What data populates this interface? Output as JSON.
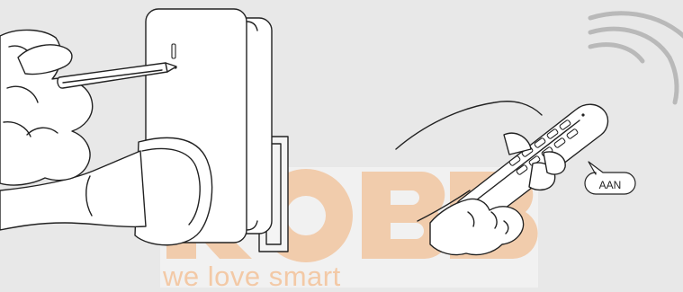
{
  "speech_bubble": {
    "text": "AAN"
  },
  "watermark": {
    "logo_letters": "ROBB",
    "tagline": "we love smart",
    "color": "#f3c9a6"
  },
  "colors": {
    "background": "#e8e8e8",
    "signal_waves": "#b9b9b9",
    "outline": "#222222"
  }
}
